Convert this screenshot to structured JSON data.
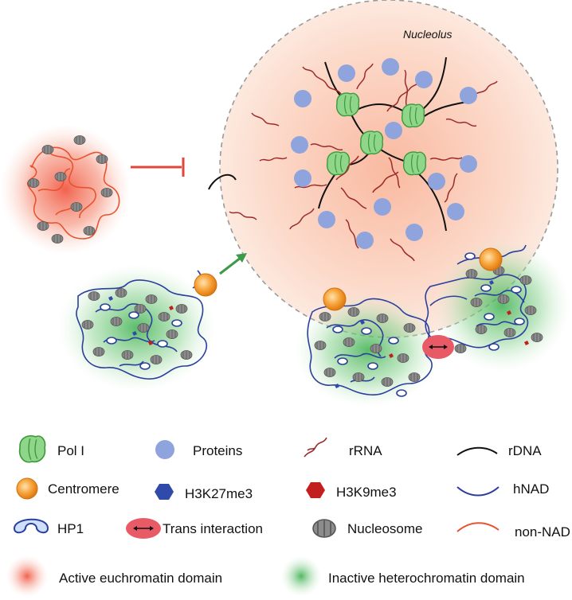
{
  "diagram": {
    "nucleolus_label": "Nucleolus"
  },
  "legend": {
    "pol1": "Pol I",
    "proteins": "Proteins",
    "rrna": "rRNA",
    "rdna": "rDNA",
    "centromere": "Centromere",
    "h3k27me3": "H3K27me3",
    "h3k9me3": "H3K9me3",
    "hnad": "hNAD",
    "hp1": "HP1",
    "trans": "Trans interaction",
    "nucleosome": "Nucleosome",
    "nonnad": "non-NAD",
    "euchromatin": "Active euchromatin domain",
    "heterochromatin": "Inactive heterochromatin domain"
  },
  "colors": {
    "euchromatin": "#f26d5b",
    "heterochromatin": "#4fbf5b",
    "protein": "#8fa3dc",
    "pol1": "#8fd68a",
    "rrna": "#9b2b2b",
    "hnad": "#2a3f9e",
    "nonnad": "#e8532f",
    "centromere": "#f39a2a",
    "h3k27me3": "#2f4aa8",
    "h3k9me3": "#c21f1f",
    "trans": "#e85a66",
    "nucleosome": "#8c8c8c"
  }
}
